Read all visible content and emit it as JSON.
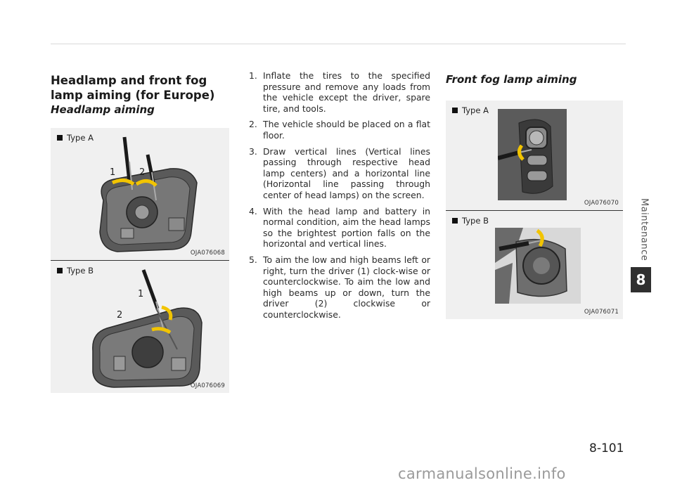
{
  "section_title": "Headlamp and front fog lamp aiming (for Europe)",
  "headlamp_heading": "Headlamp aiming",
  "fog_heading": "Front fog lamp aiming",
  "figures": {
    "headlamp_a": {
      "type_label": "Type A",
      "code": "OJA076068",
      "marker_1": "1",
      "marker_2": "2"
    },
    "headlamp_b": {
      "type_label": "Type B",
      "code": "OJA076069",
      "marker_1": "1",
      "marker_2": "2"
    },
    "fog_a": {
      "type_label": "Type A",
      "code": "OJA076070"
    },
    "fog_b": {
      "type_label": "Type B",
      "code": "OJA076071"
    }
  },
  "steps": [
    {
      "num": "1.",
      "text": "Inflate the tires to the specified pressure and remove any loads from the vehicle except the driver, spare tire, and tools."
    },
    {
      "num": "2.",
      "text": "The vehicle should be placed on a flat floor."
    },
    {
      "num": "3.",
      "text": "Draw vertical lines (Vertical lines passing through respective head lamp centers) and a horizontal line (Horizontal line passing through center of head lamps) on the screen."
    },
    {
      "num": "4.",
      "text": "With the head lamp and battery in normal condition, aim the head lamps so the brightest portion falls on the horizontal and vertical lines."
    },
    {
      "num": "5.",
      "text": "To aim the low and high beams left or right, turn the driver (1) clock-wise or counterclockwise. To aim the low and high beams up or down, turn the driver (2) clockwise or counterclockwise."
    }
  ],
  "side_tab": {
    "label": "Maintenance",
    "chapter": "8"
  },
  "page_number": "8-101",
  "watermark": "carmanualsonline.info"
}
